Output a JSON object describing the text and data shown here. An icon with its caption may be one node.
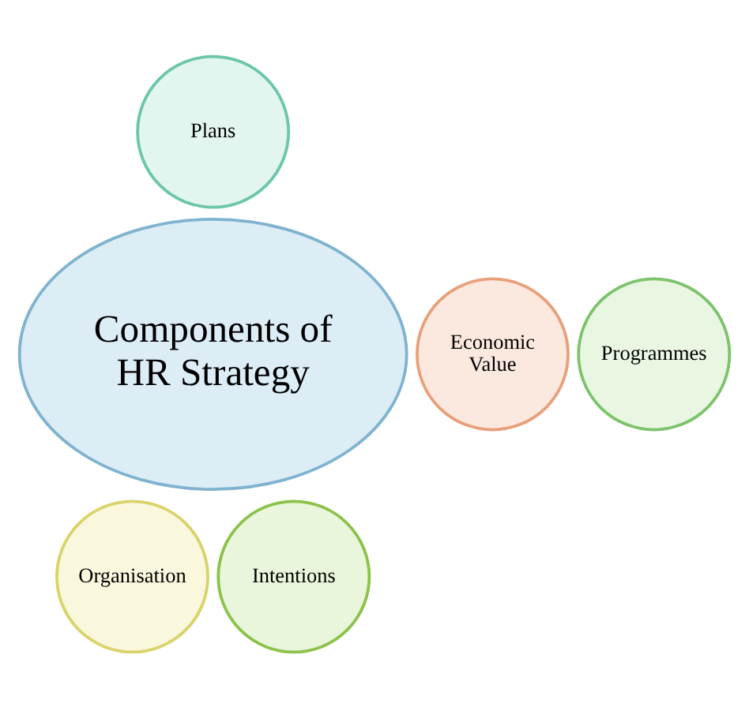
{
  "diagram": {
    "nodes": [
      {
        "text": [
          "Plans"
        ]
      },
      {
        "text": [
          "Economic Value"
        ]
      },
      {
        "text": [
          "Components of HR Strategy"
        ]
      },
      {
        "text": [
          "Programmes"
        ]
      },
      {
        "text": [
          "Organisation"
        ]
      },
      {
        "text": [
          "Intentions"
        ]
      }
    ]
  }
}
